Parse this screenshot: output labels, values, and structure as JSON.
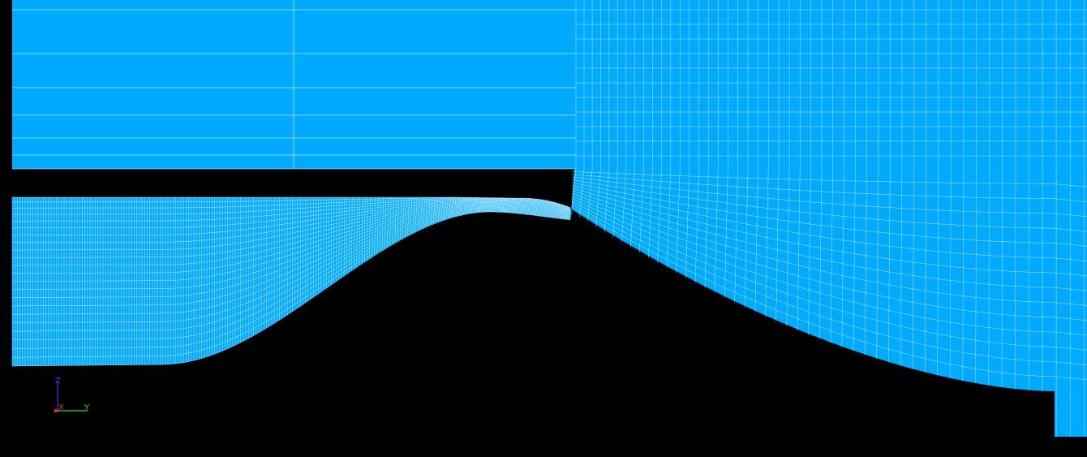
{
  "viewport": {
    "background_color": "#000000",
    "mesh_fill_color": "#00aaff",
    "mesh_line_color": "#ffffff"
  },
  "axis_triad": {
    "x_label": "X",
    "y_label": "Y",
    "z_label": "Z",
    "x_color": "#ff2020",
    "y_color": "#20e020",
    "z_color": "#2040ff"
  }
}
